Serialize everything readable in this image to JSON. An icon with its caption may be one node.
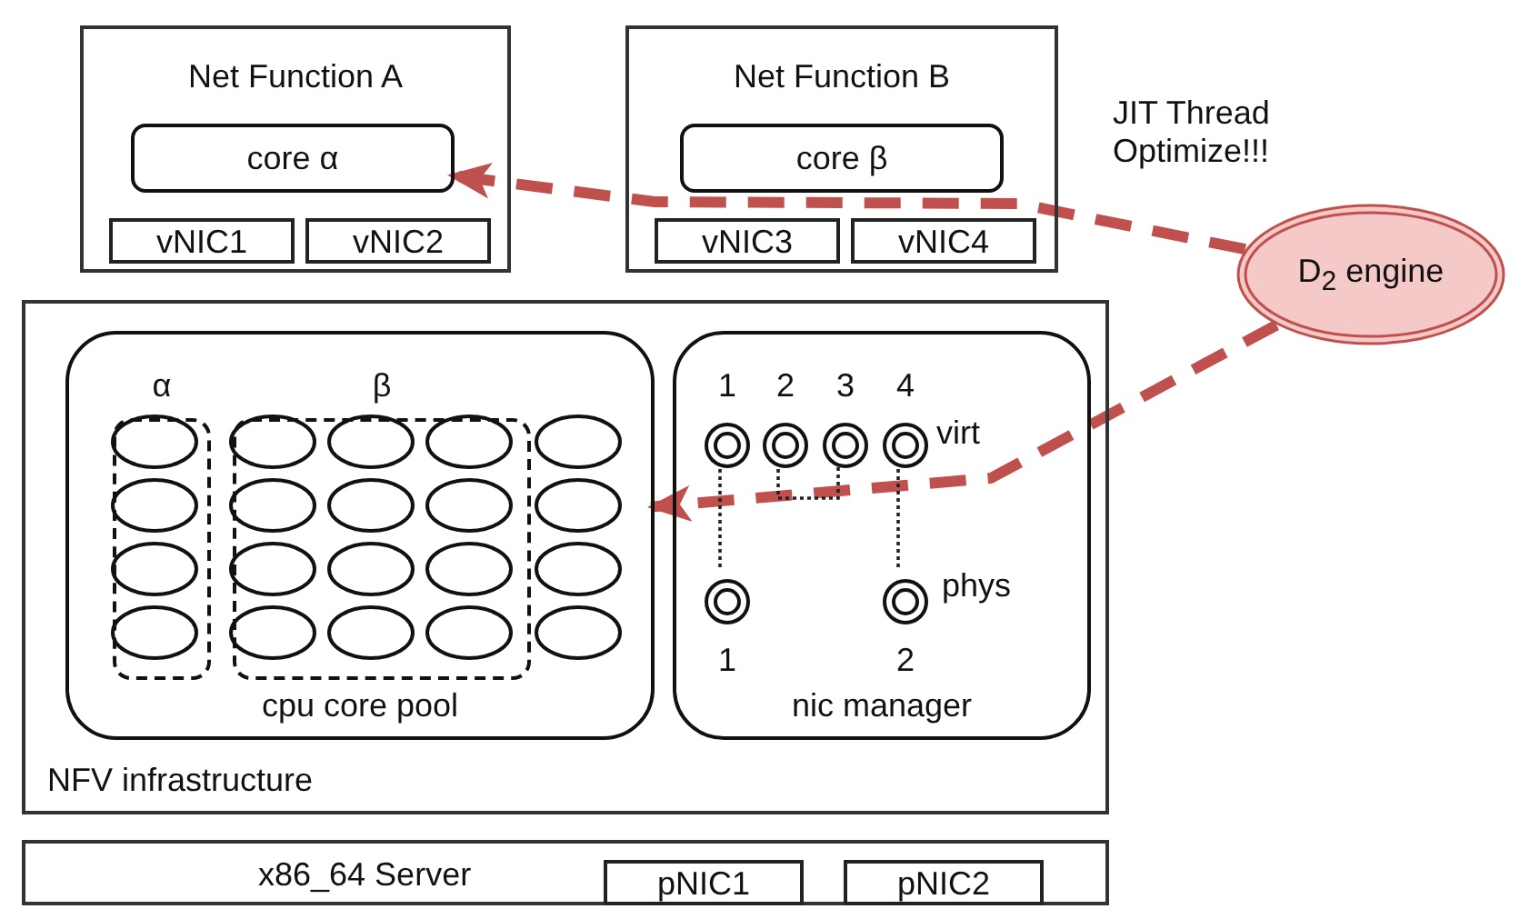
{
  "diagram": {
    "nodes": [
      {
        "text": [
          "Net Function A"
        ]
      },
      {
        "text": [
          "core α"
        ],
        "in": 0
      },
      {
        "text": [
          "vNIC1"
        ],
        "in": 0
      },
      {
        "text": [
          "vNIC2"
        ],
        "in": 0
      },
      {
        "text": [
          "Net Function B"
        ]
      },
      {
        "text": [
          "core β"
        ],
        "in": 4
      },
      {
        "text": [
          "vNIC3"
        ],
        "in": 4
      },
      {
        "text": [
          "vNIC4"
        ],
        "in": 4
      },
      {
        "text": [
          "D$_{2}$ engine"
        ]
      },
      {
        "text": [
          "NFV infrastructure"
        ]
      },
      {
        "text": [
          "cpu core pool"
        ],
        "in": 9
      },
      {
        "text": [
          "α"
        ],
        "in": 10
      },
      {
        "text": [
          "β"
        ],
        "in": 10
      },
      {
        "text": [
          "nic manager"
        ],
        "in": 9
      },
      {
        "text": [
          "1"
        ],
        "in": 13
      },
      {
        "text": [
          "2"
        ],
        "in": 13
      },
      {
        "text": [
          "3"
        ],
        "in": 13
      },
      {
        "text": [
          "4"
        ],
        "in": 13
      },
      {
        "text": [
          "1"
        ],
        "in": 13
      },
      {
        "text": [
          "2"
        ],
        "in": 13
      },
      {
        "text": [
          "x86_64 Server"
        ]
      },
      {
        "text": [
          "pNIC1"
        ],
        "in": 20
      },
      {
        "text": [
          "pNIC2"
        ],
        "in": 20
      }
    ],
    "edges": [
      {
        "from": 8,
        "to": 1,
        "arrow": "to",
        "label": "JIT Thread Optimize!!!",
        "style": "dashed",
        "color": "#c0504d"
      },
      {
        "from": 8,
        "to": 10,
        "arrow": "to",
        "style": "dashed",
        "color": "#c0504d"
      },
      {
        "from": 14,
        "to": 18,
        "arrow": "none",
        "style": "dashed"
      },
      {
        "from": 15,
        "to": 16,
        "arrow": "none",
        "style": "dashed"
      },
      {
        "from": 17,
        "to": 19,
        "arrow": "none",
        "style": "dashed"
      }
    ],
    "labels": [
      "virt",
      "phys"
    ]
  }
}
